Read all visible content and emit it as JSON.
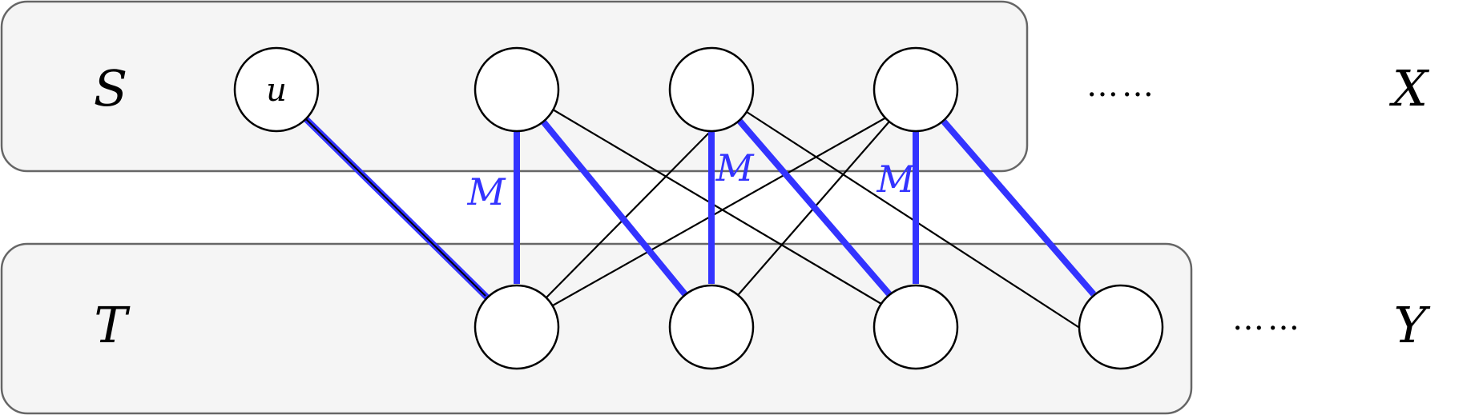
{
  "sets": {
    "top": {
      "label": "S",
      "side_label": "X",
      "dots": "……"
    },
    "bottom": {
      "label": "T",
      "side_label": "Y",
      "dots": "……"
    }
  },
  "nodes": {
    "top": [
      "u",
      "",
      "",
      ""
    ],
    "bottom": [
      "",
      "",
      "",
      ""
    ]
  },
  "matching_label": "M",
  "colors": {
    "matching": "#3333ff",
    "box_fill": "#f5f5f5",
    "box_stroke": "#666666"
  }
}
